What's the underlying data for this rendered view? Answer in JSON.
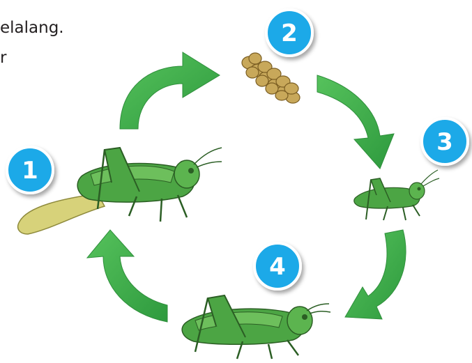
{
  "caption": {
    "line1": "elalang.",
    "line2": "r"
  },
  "steps": [
    {
      "number": "1",
      "stage": "adult female laying eggs"
    },
    {
      "number": "2",
      "stage": "eggs"
    },
    {
      "number": "3",
      "stage": "nymph"
    },
    {
      "number": "4",
      "stage": "adult grasshopper"
    }
  ],
  "colors": {
    "badge_fill": "#1aa9e8",
    "badge_stroke": "#ffffff",
    "arrow_green": "#3bae4a",
    "grasshopper_green": "#4ca544",
    "egg_color": "#c8a85a",
    "egg_pod": "#d7d27a"
  }
}
